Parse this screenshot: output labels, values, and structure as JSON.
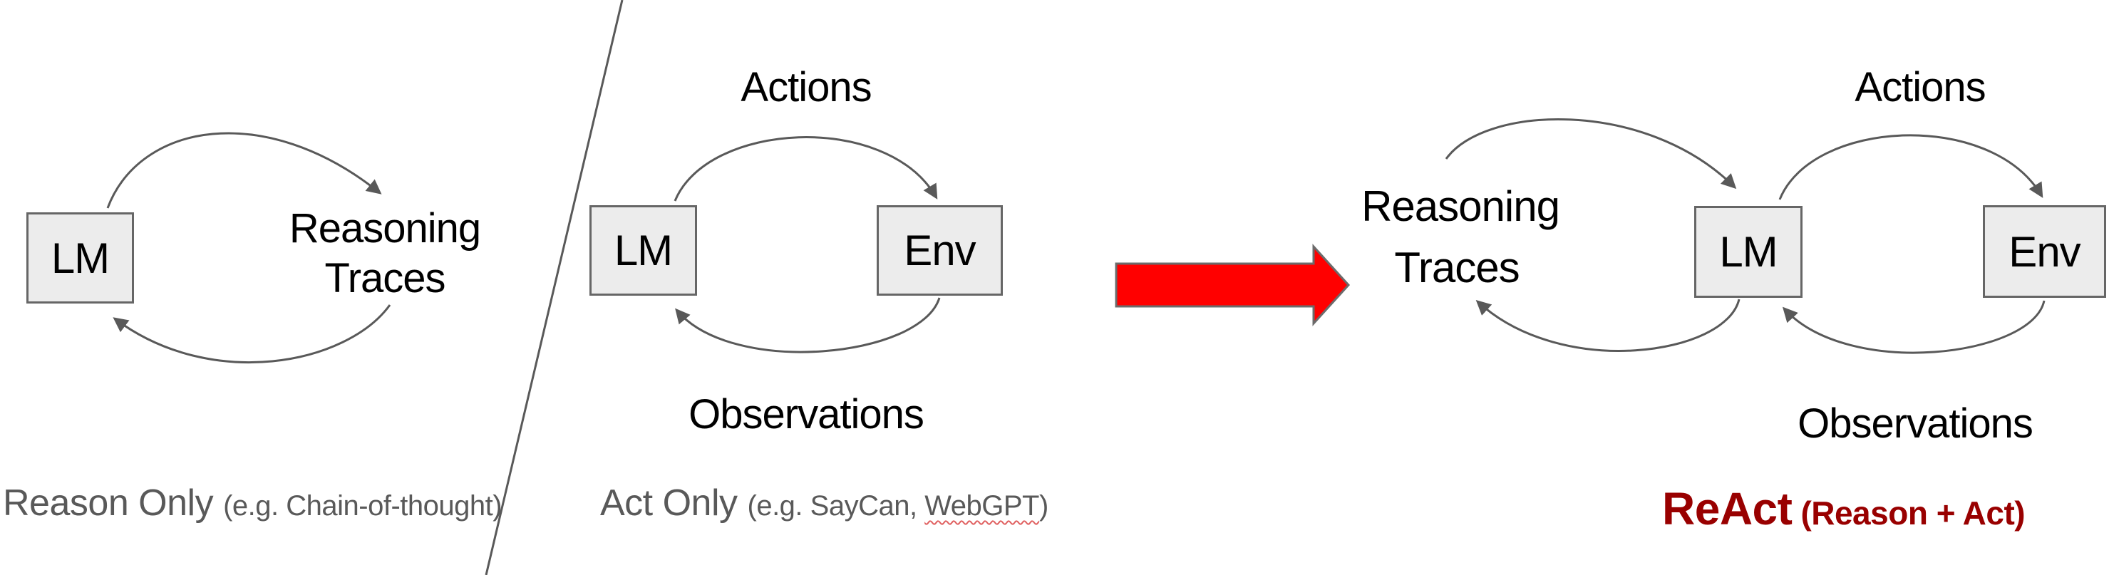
{
  "panel_reason_only": {
    "node_lm": "LM",
    "loop_label_line1": "Reasoning",
    "loop_label_line2": "Traces",
    "caption_title": "Reason Only",
    "caption_example": "(e.g. Chain-of-thought)"
  },
  "panel_act_only": {
    "node_lm": "LM",
    "node_env": "Env",
    "label_actions": "Actions",
    "label_observations": "Observations",
    "caption_title": "Act Only",
    "caption_example_prefix": "(e.g. SayCan, ",
    "caption_misspelled_word": "WebGPT",
    "caption_example_suffix": ")"
  },
  "panel_react": {
    "node_lm": "LM",
    "node_env": "Env",
    "loop_label_line1": "Reasoning",
    "loop_label_line2": "Traces",
    "label_actions": "Actions",
    "label_observations": "Observations",
    "caption_title": "ReAct",
    "caption_example": "(Reason + Act)"
  },
  "colors": {
    "box_fill": "#ececec",
    "box_border": "#666666",
    "arrow_stroke": "#595959",
    "caption_gray": "#595959",
    "react_red": "#990000",
    "big_arrow_red": "#ff0000",
    "big_arrow_border": "#6b6b6b",
    "spellcheck_squiggle": "#e06060"
  }
}
